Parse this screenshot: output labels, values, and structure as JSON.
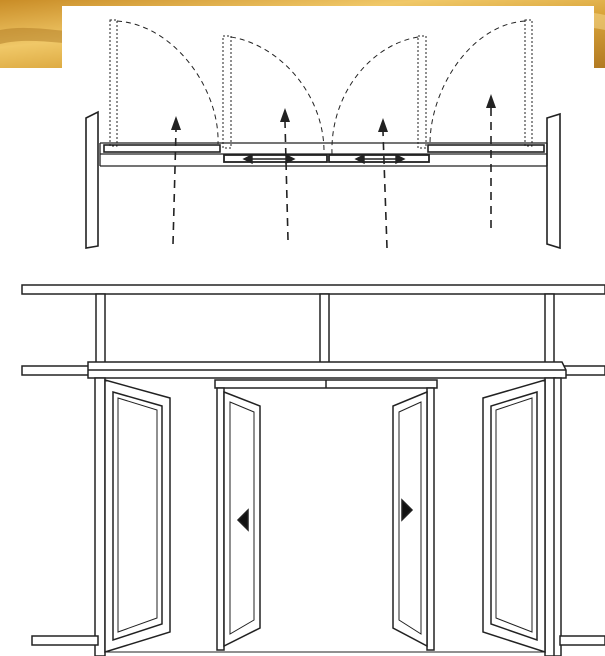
{
  "figure": {
    "type": "door-diagram",
    "panels": [
      "plan-view",
      "elevation-view"
    ],
    "plan_view": {
      "swing_leaves": 4,
      "sliding_leaves": 2,
      "swing_arrows": 4,
      "slide_arrows": 2
    },
    "elevation_view": {
      "door_leaves": 4,
      "handles": 2
    },
    "colors": {
      "background": "#ffffff",
      "line": "#222222",
      "banner_gold": "#d9a43a",
      "banner_gold_dark": "#a87420",
      "banner_gold_light": "#f2cf7a"
    }
  }
}
